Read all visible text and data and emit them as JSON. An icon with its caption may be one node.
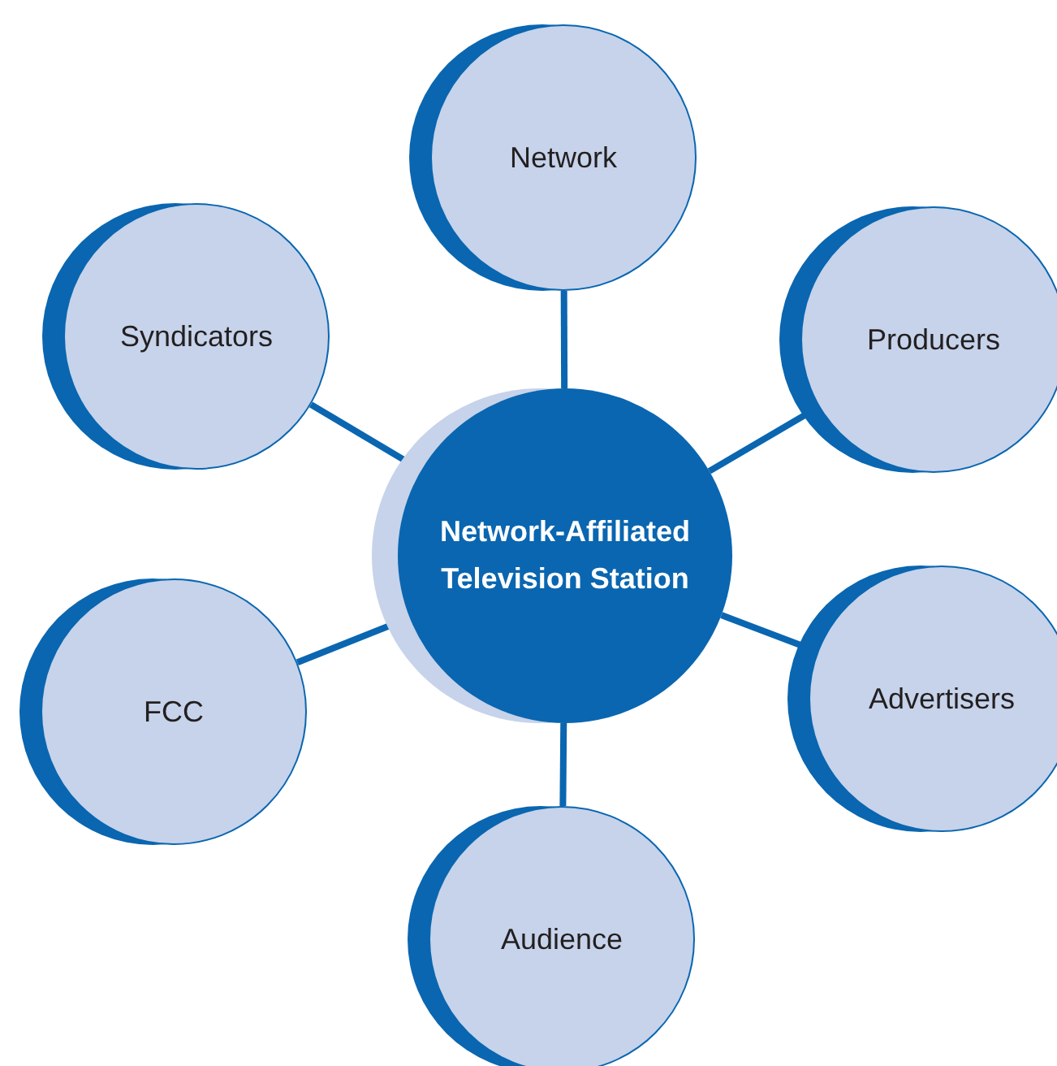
{
  "diagram": {
    "nodes": [
      {
        "text": [
          "Network"
        ]
      },
      {
        "text": [
          "Syndicators"
        ]
      },
      {
        "text": [
          "Producers"
        ]
      },
      {
        "text": [
          "Network-Affiliated Television Station"
        ]
      },
      {
        "text": [
          "FCC"
        ]
      },
      {
        "text": [
          "Advertisers"
        ]
      },
      {
        "text": [
          "Audience"
        ]
      }
    ],
    "edges": [
      {
        "from": 3,
        "to": 0,
        "arrow": "none"
      },
      {
        "from": 3,
        "to": 1,
        "arrow": "none"
      },
      {
        "from": 3,
        "to": 2,
        "arrow": "none"
      },
      {
        "from": 3,
        "to": 4,
        "arrow": "none"
      },
      {
        "from": 3,
        "to": 5,
        "arrow": "none"
      },
      {
        "from": 3,
        "to": 6,
        "arrow": "none"
      }
    ]
  }
}
